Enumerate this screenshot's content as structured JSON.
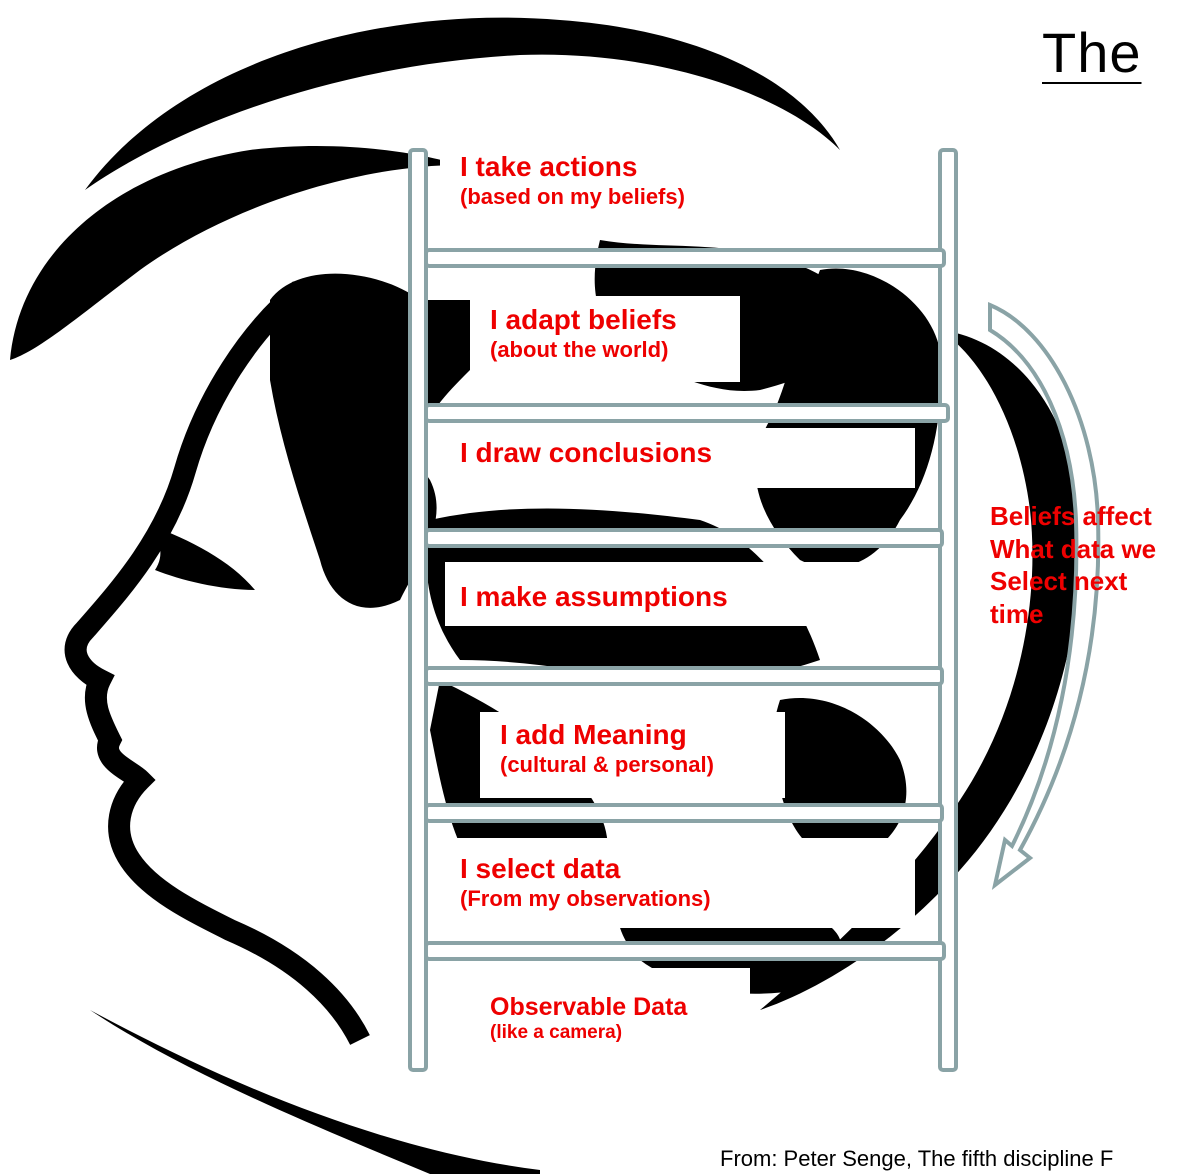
{
  "title": "The",
  "rungs": [
    {
      "main": "I take actions",
      "sub": "(based on my beliefs)"
    },
    {
      "main": "I adapt beliefs",
      "sub": "(about the world)"
    },
    {
      "main": "I draw conclusions",
      "sub": ""
    },
    {
      "main": "I make assumptions",
      "sub": ""
    },
    {
      "main": "I add Meaning",
      "sub": "(cultural & personal)"
    },
    {
      "main": "I select data",
      "sub": "(From my observations)"
    },
    {
      "main": "Observable Data",
      "sub": "(like a camera)"
    }
  ],
  "side_note": [
    "Beliefs affect",
    "What data we",
    "Select next",
    "time"
  ],
  "source": "From:  Peter Senge, The fifth discipline F",
  "colors": {
    "label": "#ee0000",
    "ladder": "#8aa3a6",
    "silhouette": "#000000"
  }
}
